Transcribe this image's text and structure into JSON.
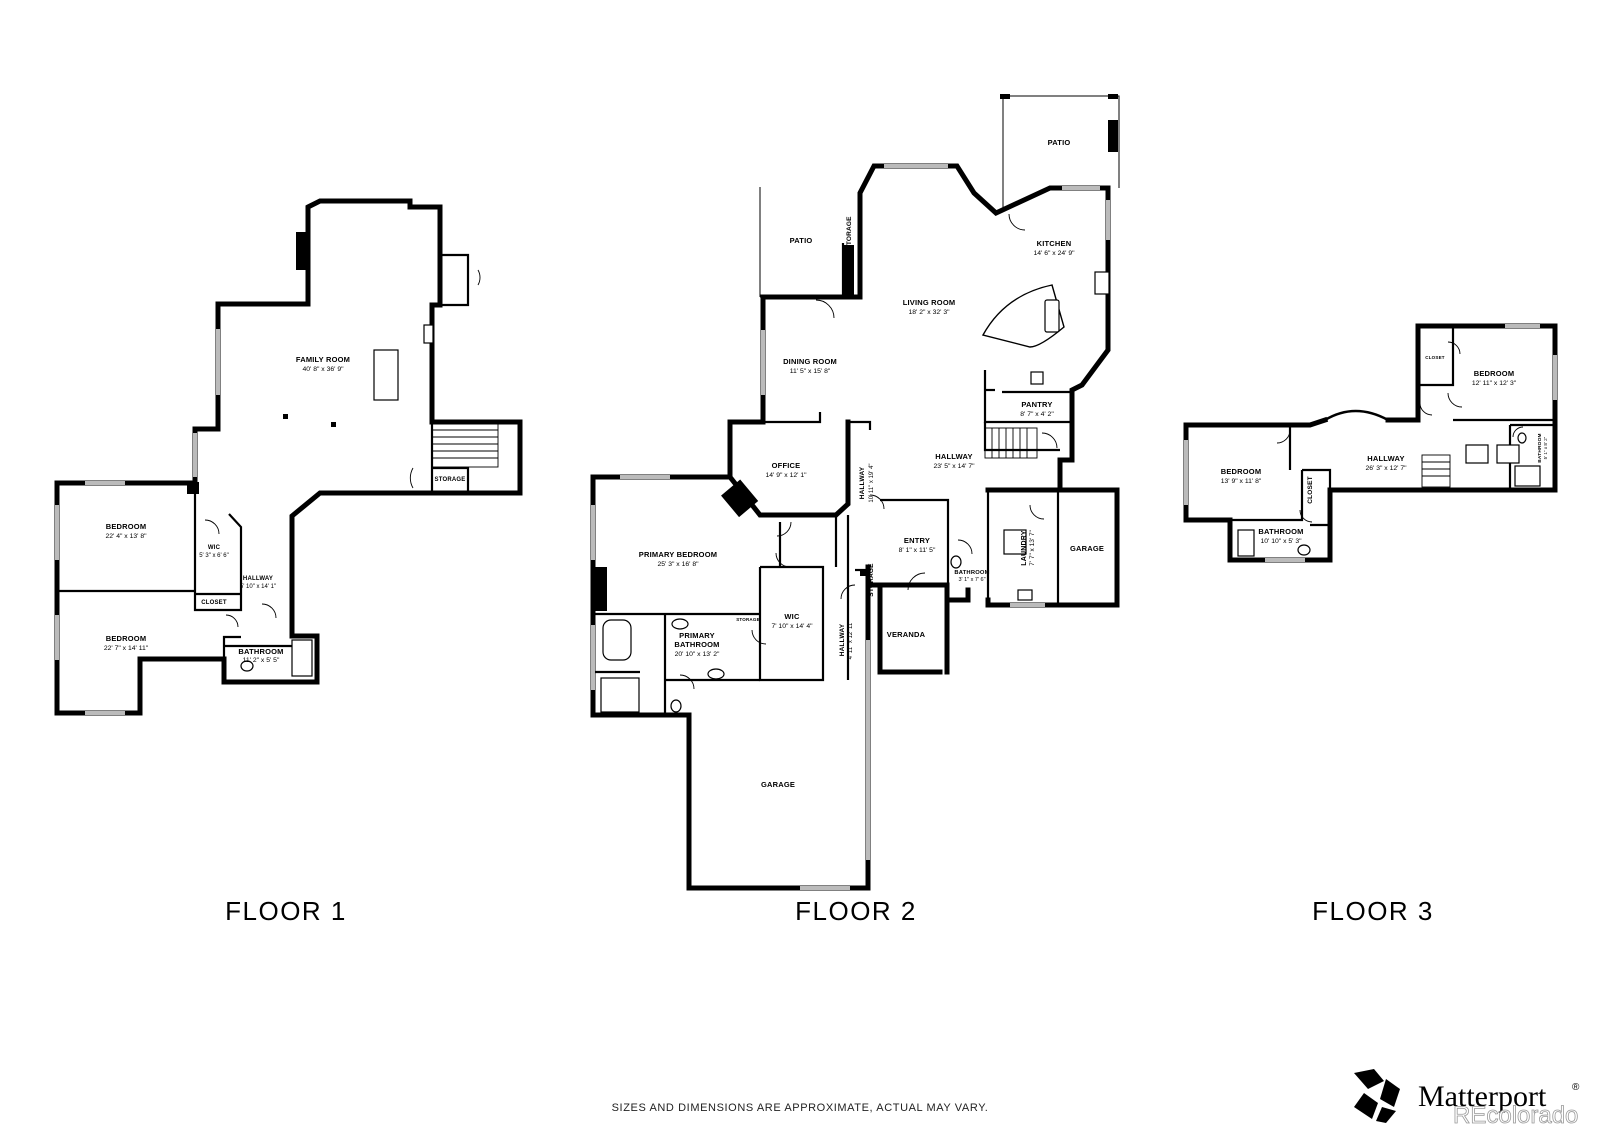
{
  "floors": [
    {
      "label": "FLOOR 1",
      "rooms": [
        {
          "name": "FAMILY ROOM",
          "dims": "40' 8\" x 36' 9\""
        },
        {
          "name": "BEDROOM",
          "dims": "22' 4\" x 13' 8\""
        },
        {
          "name": "WIC",
          "dims": "5' 3\" x 6' 6\""
        },
        {
          "name": "CLOSET",
          "dims": ""
        },
        {
          "name": "HALLWAY",
          "dims": "5' 10\" x 14' 1\""
        },
        {
          "name": "BEDROOM",
          "dims": "22' 7\" x 14' 11\""
        },
        {
          "name": "BATHROOM",
          "dims": "11' 2\" x 5' 5\""
        },
        {
          "name": "STORAGE",
          "dims": ""
        }
      ]
    },
    {
      "label": "FLOOR 2",
      "rooms": [
        {
          "name": "PATIO",
          "dims": ""
        },
        {
          "name": "STORAGE",
          "dims": ""
        },
        {
          "name": "PATIO",
          "dims": ""
        },
        {
          "name": "KITCHEN",
          "dims": "14' 6\" x 24' 9\""
        },
        {
          "name": "LIVING ROOM",
          "dims": "18' 2\" x 32' 3\""
        },
        {
          "name": "DINING ROOM",
          "dims": "11' 5\" x 15' 8\""
        },
        {
          "name": "PANTRY",
          "dims": "8' 7\" x 4' 2\""
        },
        {
          "name": "OFFICE",
          "dims": "14' 9\" x 12' 1\""
        },
        {
          "name": "HALLWAY",
          "dims": "23' 5\" x 14' 7\""
        },
        {
          "name": "HALLWAY",
          "dims": "10' 11\" x 19' 4\""
        },
        {
          "name": "PRIMARY BEDROOM",
          "dims": "25' 3\" x 16' 8\""
        },
        {
          "name": "ENTRY",
          "dims": "8' 1\" x 11' 5\""
        },
        {
          "name": "BATHROOM",
          "dims": "3' 1\" x 7' 6\""
        },
        {
          "name": "LAUNDRY",
          "dims": "7' 7\" x 13' 7\""
        },
        {
          "name": "GARAGE",
          "dims": ""
        },
        {
          "name": "STORAGE",
          "dims": ""
        },
        {
          "name": "STORAGE",
          "dims": ""
        },
        {
          "name": "WIC",
          "dims": "7' 10\" x 14' 4\""
        },
        {
          "name": "PRIMARY",
          "dims": ""
        },
        {
          "name": "BATHROOM",
          "dims": "20' 10\" x 13' 2\""
        },
        {
          "name": "HALLWAY",
          "dims": "4' 11\" x 12' 11\""
        },
        {
          "name": "VERANDA",
          "dims": ""
        },
        {
          "name": "GARAGE",
          "dims": ""
        }
      ]
    },
    {
      "label": "FLOOR 3",
      "rooms": [
        {
          "name": "CLOSET",
          "dims": ""
        },
        {
          "name": "BEDROOM",
          "dims": "12' 11\" x 12' 3\""
        },
        {
          "name": "BEDROOM",
          "dims": "13' 9\" x 11' 8\""
        },
        {
          "name": "HALLWAY",
          "dims": "26' 3\" x 12' 7\""
        },
        {
          "name": "BATHROOM",
          "dims": "5' 1\" x 8' 2\""
        },
        {
          "name": "CLOSET",
          "dims": ""
        },
        {
          "name": "BATHROOM",
          "dims": "10' 10\" x 5' 3\""
        }
      ]
    }
  ],
  "disclaimer": "SIZES AND DIMENSIONS ARE APPROXIMATE, ACTUAL MAY VARY.",
  "brand": {
    "name": "Matterport",
    "trademark": "®",
    "icon": "matterport-logo-icon"
  },
  "watermark": "REcolorado"
}
